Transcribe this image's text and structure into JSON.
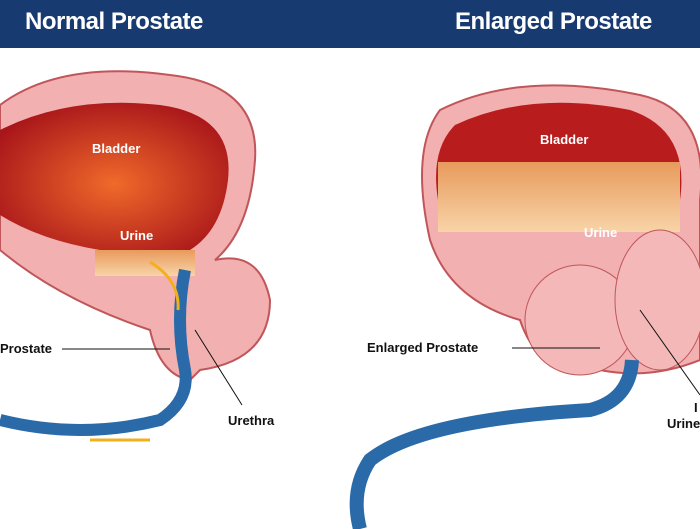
{
  "titles": {
    "normal": "Normal Prostate",
    "enlarged": "Enlarged Prostate"
  },
  "normal": {
    "bladder": "Bladder",
    "urine": "Urine",
    "prostate": "Prostate",
    "urethra": "Urethra"
  },
  "enlarged": {
    "bladder": "Bladder",
    "urine": "Urine",
    "prostate": "Enlarged Prostate",
    "urethra_partial": "I",
    "urine_partial": "Urine"
  },
  "colors": {
    "header": "#173a70",
    "tissue": "#f2b0b0",
    "bladder": "#d9381e",
    "urine": "#f5b878",
    "tube": "#2a6aa8"
  }
}
